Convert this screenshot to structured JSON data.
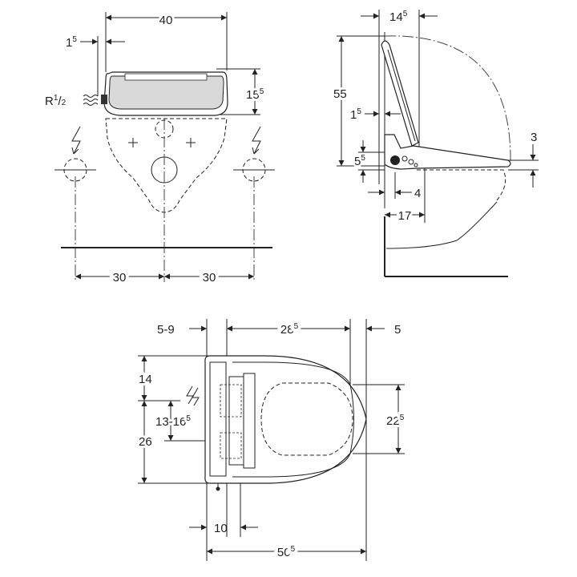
{
  "front_view": {
    "width": {
      "main": "40"
    },
    "offset": {
      "main": "1",
      "sup": "5"
    },
    "height": {
      "main": "15",
      "sup": "5"
    },
    "connection": {
      "prefix": "R",
      "num": "1",
      "slash": "/",
      "den": "2"
    },
    "spacing_left": "30",
    "spacing_right": "30"
  },
  "side_view": {
    "overhang": {
      "main": "14",
      "sup": "5"
    },
    "open_height": "55",
    "gap": {
      "main": "1",
      "sup": "5"
    },
    "seat_thickness": "3",
    "base": {
      "main": "5",
      "sup": "5"
    },
    "setback": "4",
    "depth": "17"
  },
  "top_view": {
    "wall_range": "5-9",
    "length": {
      "main": "28",
      "sup": "5"
    },
    "rear_gap": "5",
    "upper": "14",
    "connection_range": {
      "main": "13-16",
      "sup": "5"
    },
    "lower": "26",
    "bowl_width": {
      "main": "22",
      "sup": "5"
    },
    "bracket": "10",
    "total": {
      "main": "50",
      "sup": "5"
    }
  }
}
